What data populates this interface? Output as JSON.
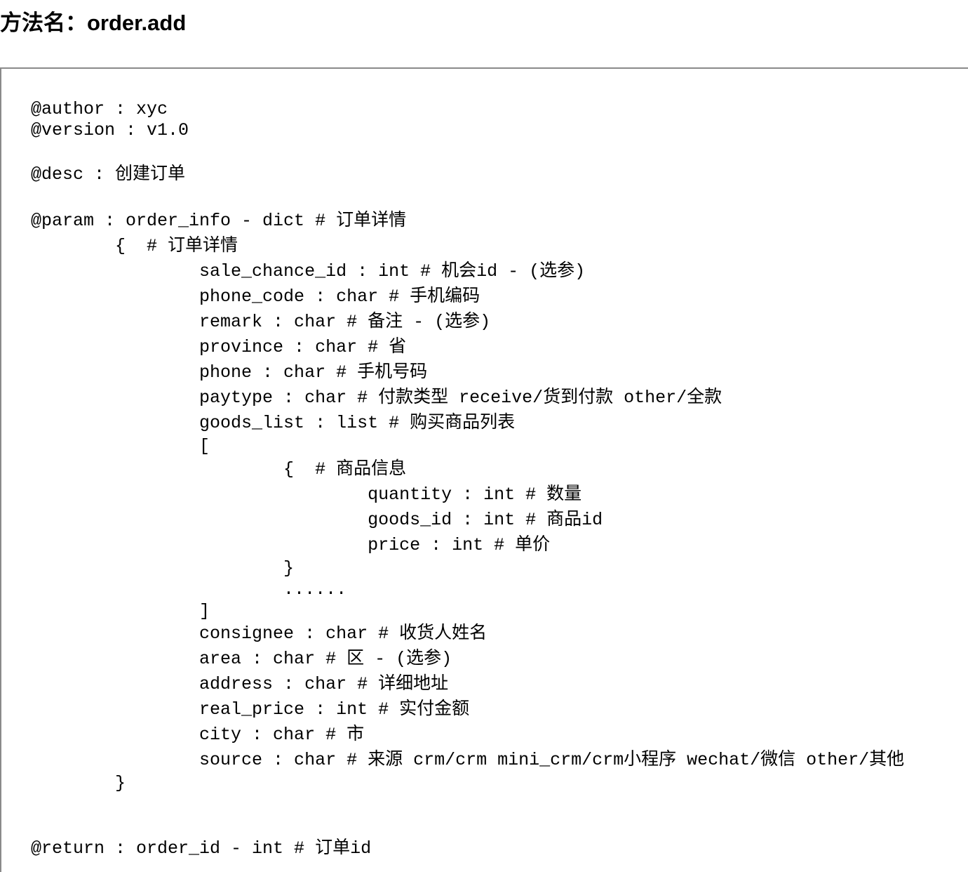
{
  "page": {
    "title": "方法名：order.add"
  },
  "doc": {
    "lines": [
      "@author : xyc",
      "@version : v1.0",
      "@desc : 创建订单",
      "@param : order_info - dict # 订单详情",
      "        {  # 订单详情",
      "                sale_chance_id : int # 机会id - (选参)",
      "                phone_code : char # 手机编码",
      "                remark : char # 备注 - (选参)",
      "                province : char # 省",
      "                phone : char # 手机号码",
      "                paytype : char # 付款类型 receive/货到付款 other/全款",
      "                goods_list : list # 购买商品列表",
      "                [",
      "                        {  # 商品信息",
      "                                quantity : int # 数量",
      "                                goods_id : int # 商品id",
      "                                price : int # 单价",
      "                        }",
      "                        ......",
      "                ]",
      "                consignee : char # 收货人姓名",
      "                area : char # 区 - (选参)",
      "                address : char # 详细地址",
      "                real_price : int # 实付金额",
      "                city : char # 市",
      "                source : char # 来源 crm/crm mini_crm/crm小程序 wechat/微信 other/其他",
      "        }",
      "@return : order_id - int # 订单id"
    ]
  }
}
